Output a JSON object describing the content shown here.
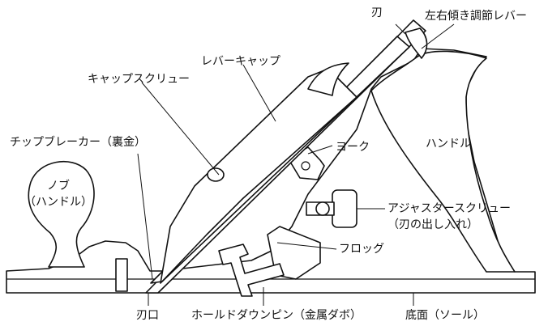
{
  "labels": {
    "blade": "刃",
    "lateral_lever": "左右傾き調節レバー",
    "lever_cap": "レバーキャップ",
    "cap_screw": "キャップスクリュー",
    "chipbreaker": "チップブレーカー（裏金）",
    "yoke": "ヨーク",
    "handle": "ハンドル",
    "knob_line1": "ノブ",
    "knob_line2": "（ハンドル）",
    "adjust_screw_line1": "アジャスタースクリュー",
    "adjust_screw_line2": "（刃の出し入れ）",
    "frog": "フロッグ",
    "mouth": "刃口",
    "hold_down_pin": "ホールドダウンピン（金属ダボ）",
    "sole": "底面（ソール）"
  }
}
